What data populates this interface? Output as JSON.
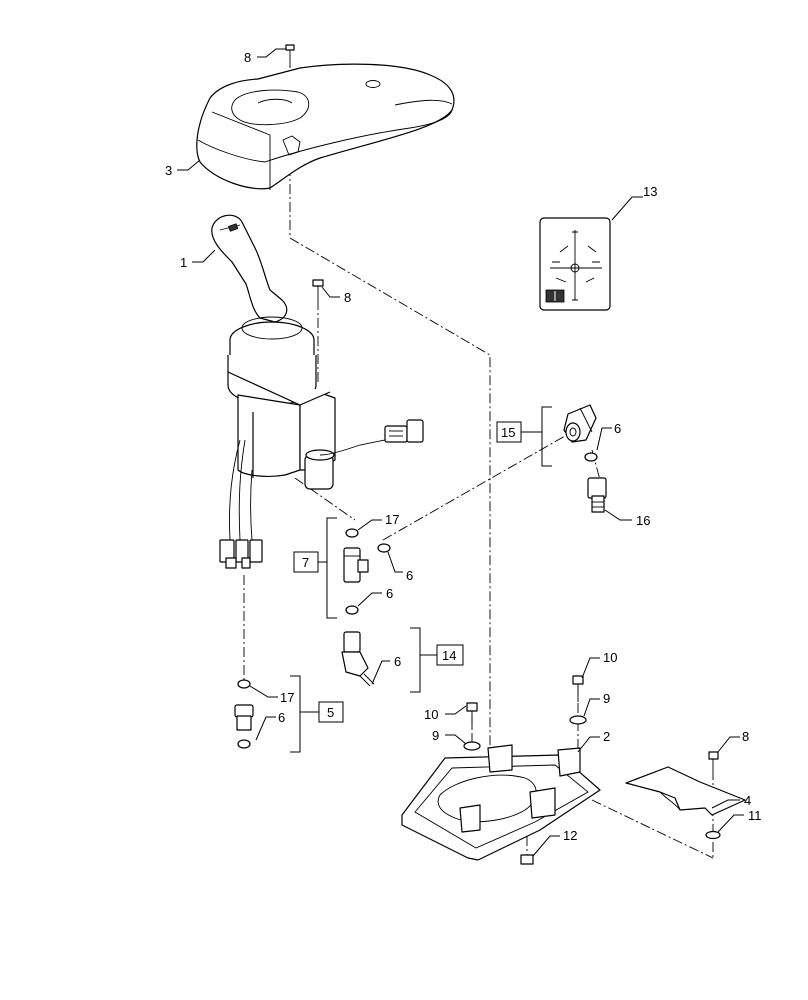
{
  "callouts": {
    "c8_top": "8",
    "c3": "3",
    "c1": "1",
    "c8_mid": "8",
    "c13": "13",
    "c6_right": "6",
    "c16": "16",
    "c17_top": "17",
    "c6_tee_side": "6",
    "c6_tee_bottom": "6",
    "c6_angle": "6",
    "c17_bottom": "17",
    "c6_plug": "6",
    "c10_left": "10",
    "c9_left": "9",
    "c10_right": "10",
    "c9_right": "9",
    "c2": "2",
    "c8_bottom": "8",
    "c4": "4",
    "c11": "11",
    "c12": "12"
  },
  "boxed_callouts": {
    "b15": "15",
    "b7": "7",
    "b14": "14",
    "b5": "5"
  }
}
